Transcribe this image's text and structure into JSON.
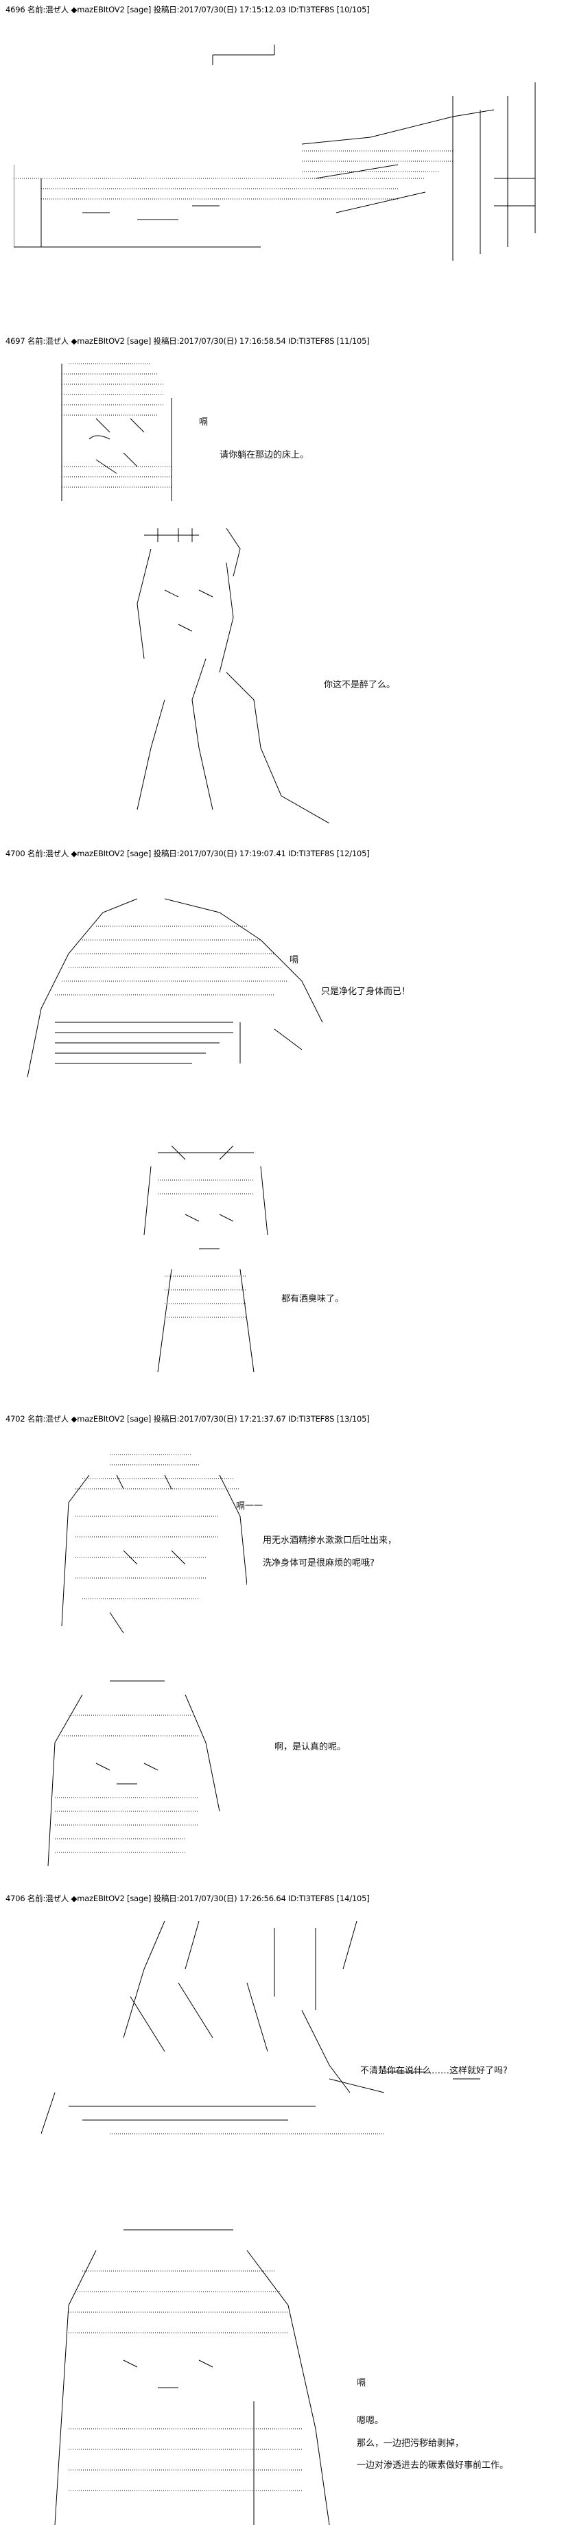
{
  "posts": [
    {
      "header": "4696 名前:混ぜ人 ◆mazEBItOV2 [sage] 投稿日:2017/07/30(日) 17:15:12.03 ID:TI3TEF8S [10/105]",
      "lines": []
    },
    {
      "header": "4697 名前:混ぜ人 ◆mazEBItOV2 [sage] 投稿日:2017/07/30(日) 17:16:58.54 ID:TI3TEF8S [11/105]",
      "lines": [
        "嗝",
        "请你躺在那边的床上。",
        "你这不是醉了么。"
      ]
    },
    {
      "header": "4700 名前:混ぜ人 ◆mazEBItOV2 [sage] 投稿日:2017/07/30(日) 17:19:07.41 ID:TI3TEF8S [12/105]",
      "lines": [
        "嗝",
        "只是净化了身体而已！",
        "都有酒臭味了。"
      ]
    },
    {
      "header": "4702 名前:混ぜ人 ◆mazEBItOV2 [sage] 投稿日:2017/07/30(日) 17:21:37.67 ID:TI3TEF8S [13/105]",
      "lines": [
        "嗝一一",
        "用无水酒精掺水漱漱口后吐出来，",
        "洗净身体可是很麻烦的呢哦?",
        "啊，是认真的呢。"
      ]
    },
    {
      "header": "4706 名前:混ぜ人 ◆mazEBItOV2 [sage] 投稿日:2017/07/30(日) 17:26:56.64 ID:TI3TEF8S [14/105]",
      "lines": [
        "不清楚你在说什么……这样就好了吗?",
        "嗝",
        "嗯嗯。",
        "那么，一边把污秽给剥掉，",
        "一边对渗透进去的碳素做好事前工作。"
      ]
    }
  ]
}
